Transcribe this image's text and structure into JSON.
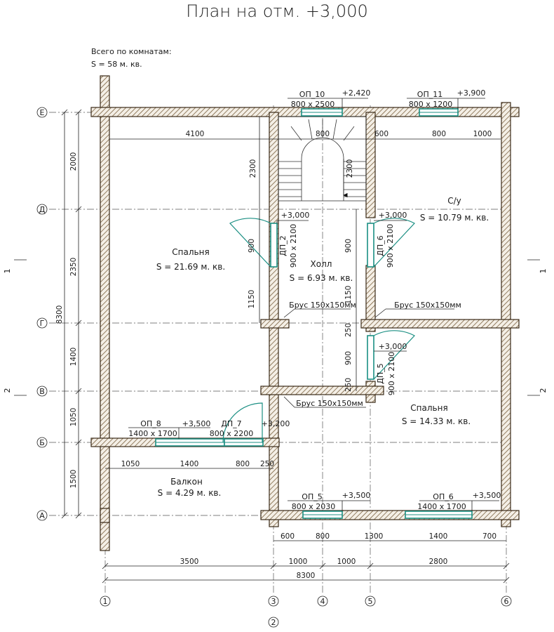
{
  "title": "План на отм. +3,000",
  "summary": {
    "line1": "Всего по комнатам:",
    "line2": "S   =  58 м. кв."
  },
  "axes": {
    "rows": [
      "Е",
      "Д",
      "Г",
      "В",
      "Б",
      "А"
    ],
    "cols": [
      "1",
      "2",
      "3",
      "4",
      "5",
      "6"
    ]
  },
  "rooms": [
    {
      "name": "Спальня",
      "area": "S   = 21.69 м. кв."
    },
    {
      "name": "Холл",
      "area": "S   = 6.93 м. кв."
    },
    {
      "name": "С/у",
      "area": "S   = 10.79 м. кв."
    },
    {
      "name": "Спальня",
      "area": "S   = 14.33 м. кв."
    },
    {
      "name": "Балкон",
      "area": "S   = 4.29 м. кв."
    }
  ],
  "openings": {
    "op10": {
      "name": "ОП_10",
      "size": "800 x 2500",
      "level": "+2,420"
    },
    "op11": {
      "name": "ОП_11",
      "size": "800 x 1200",
      "level": "+3,900"
    },
    "op8": {
      "name": "ОП_8",
      "size": "1400 x 1700",
      "level": "+3,500"
    },
    "dp7": {
      "name": "ДП_7",
      "size": "800 x 2200",
      "level": "+3,200"
    },
    "op5": {
      "name": "ОП_5",
      "size": "800 x 2030",
      "level": "+3,500"
    },
    "op6": {
      "name": "ОП_6",
      "size": "1400 x 1700",
      "level": "+3,500"
    },
    "dp2": {
      "name": "ДП_2",
      "size": "900 x 2100",
      "level": "+3,000"
    },
    "dp6": {
      "name": "ДП_6",
      "size": "900 x 2100",
      "level": "+3,000"
    },
    "dp5": {
      "name": "ДП_5",
      "size": "900 x 2100",
      "level": "+3,000"
    }
  },
  "beams": [
    "Брус 150x150мм",
    "Брус 150x150мм",
    "Брус 150x150мм"
  ],
  "section_marks": [
    "1",
    "1",
    "2",
    "2"
  ],
  "dims": {
    "left_total": "8300",
    "left": [
      "2000",
      "2350",
      "1400",
      "1050",
      "1500"
    ],
    "top_row": [
      "4100",
      "800",
      "600",
      "800",
      "1000"
    ],
    "stair": [
      "2300",
      "2300"
    ],
    "inner": [
      "900",
      "1150",
      "900",
      "1150",
      "250",
      "900",
      "250"
    ],
    "balcony": [
      "1050",
      "1400",
      "800",
      "250"
    ],
    "bottom1": [
      "600",
      "800",
      "1300",
      "1400",
      "700"
    ],
    "bottom2": [
      "3500",
      "1000",
      "1000",
      "2800"
    ],
    "bottom_total": "8300"
  }
}
